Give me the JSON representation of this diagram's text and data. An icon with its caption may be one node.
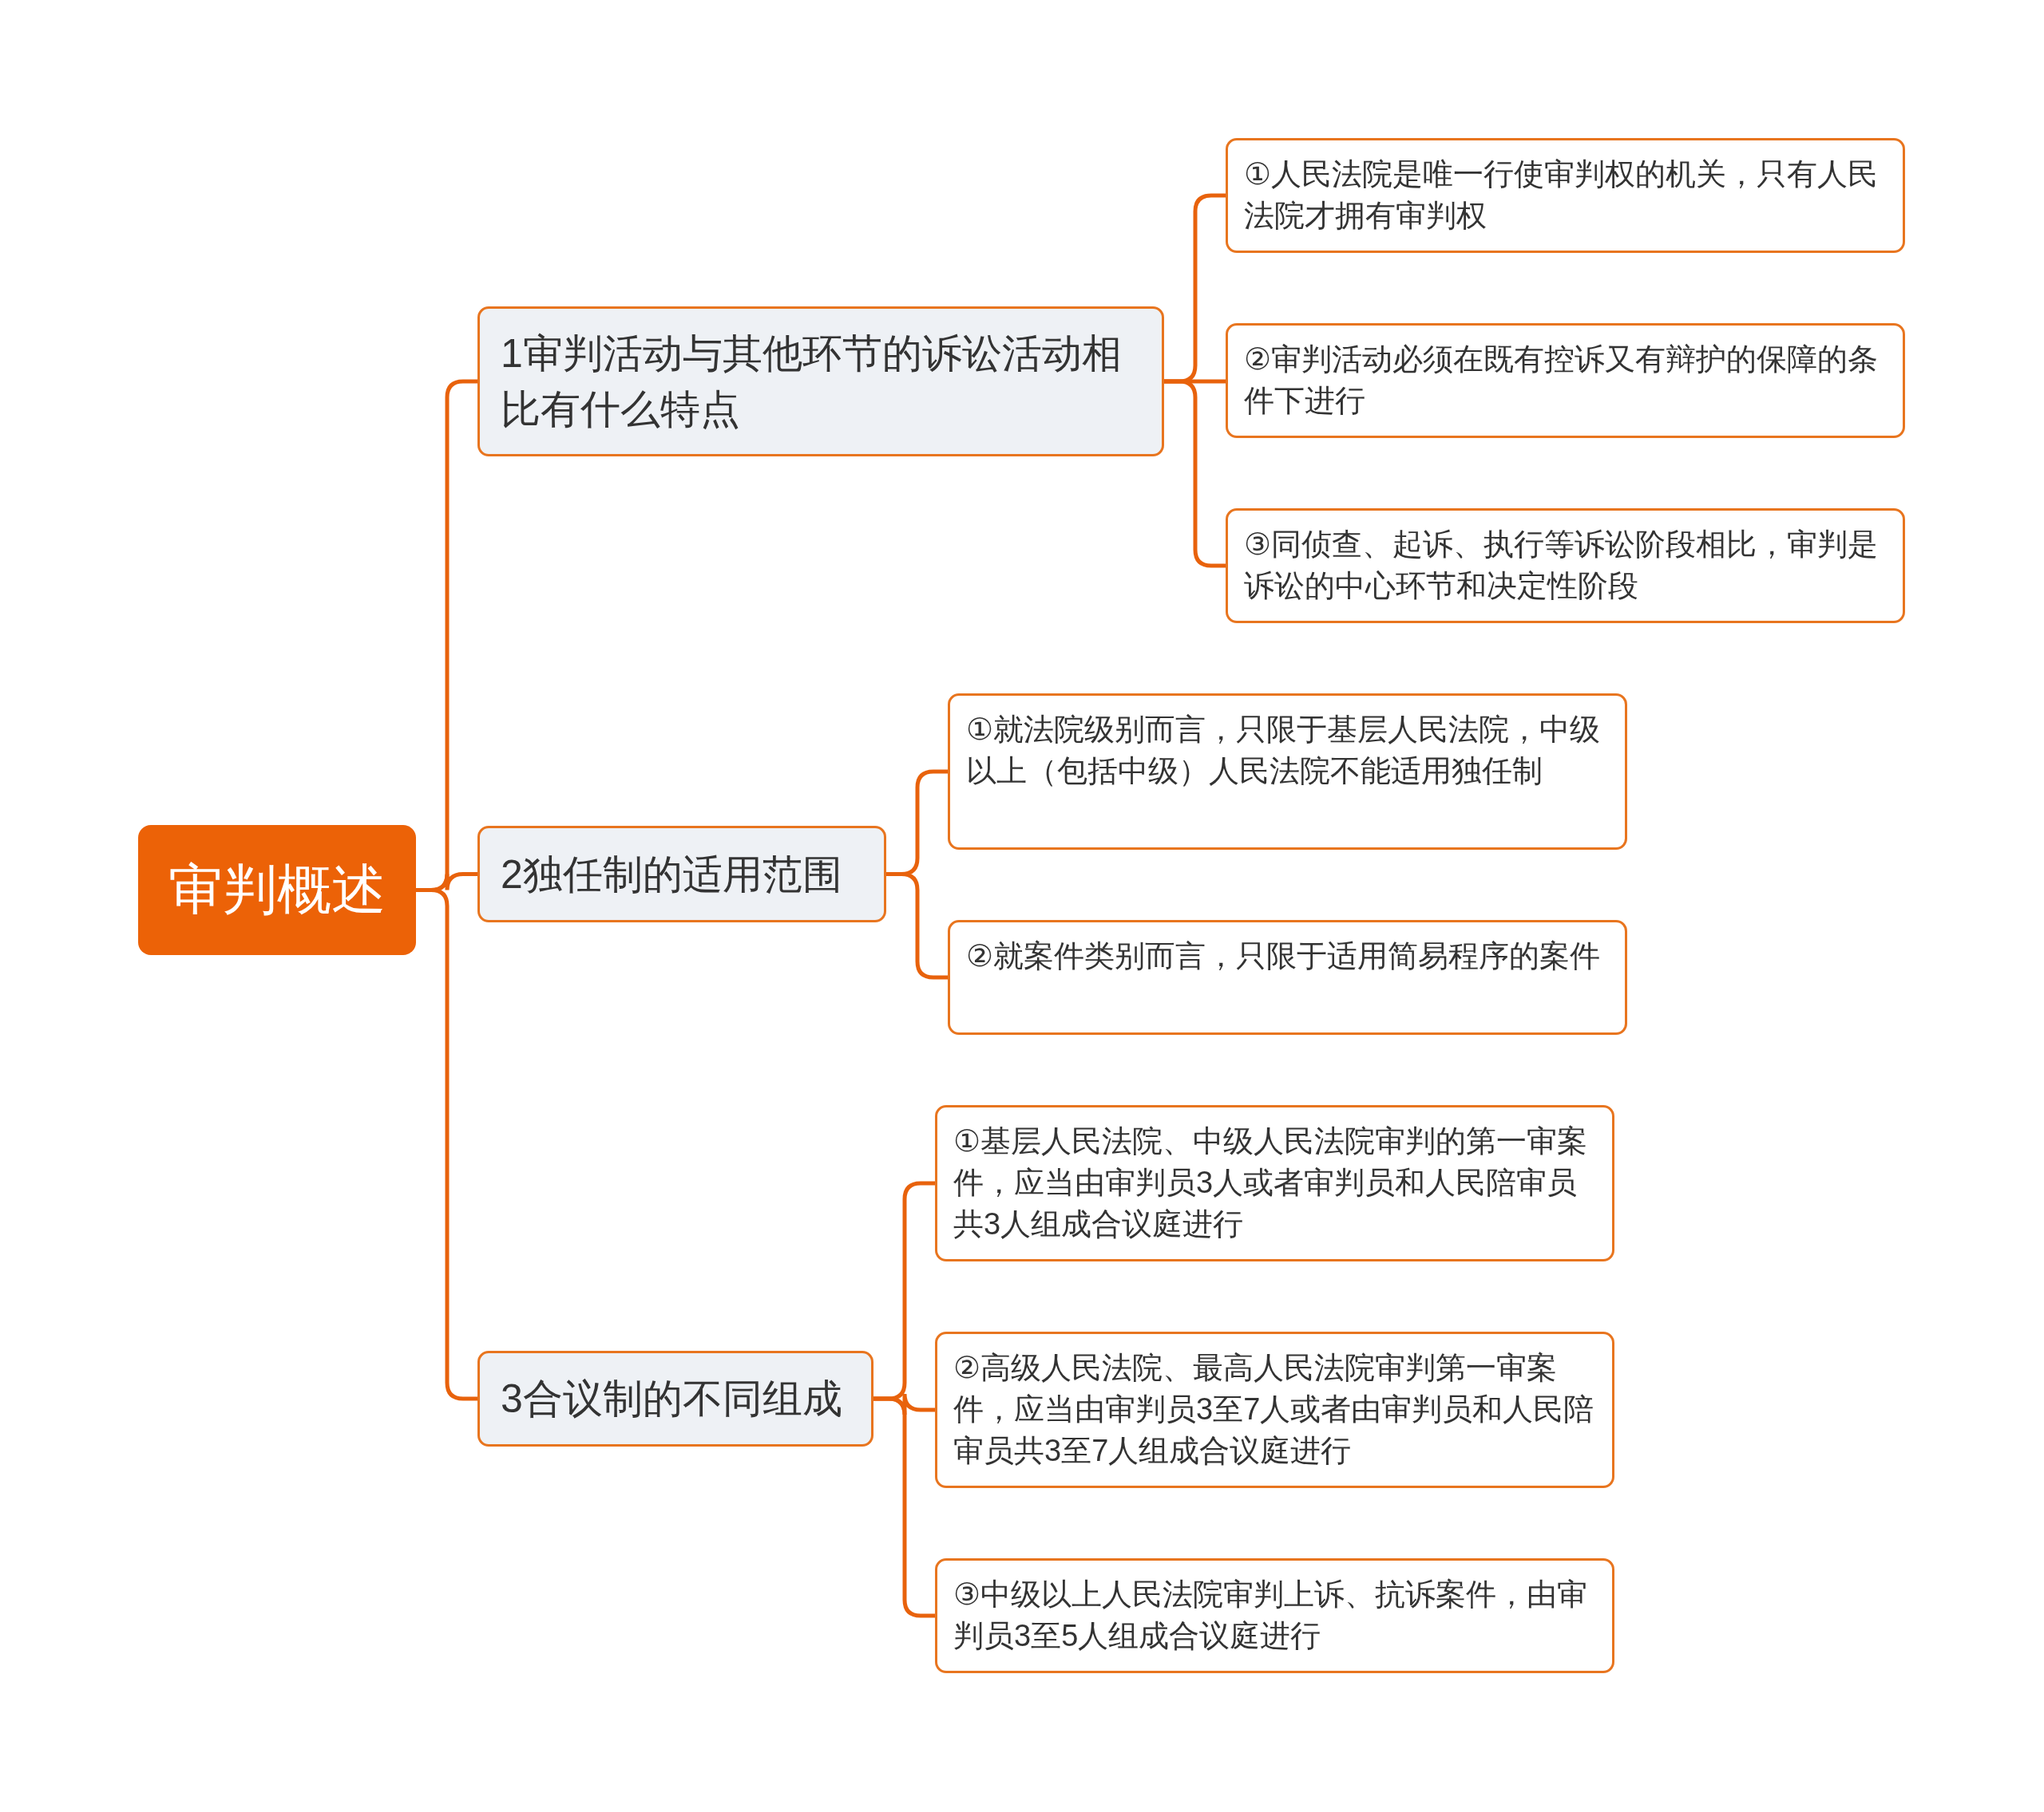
{
  "diagram": {
    "nodes": [
      {
        "text": [
          "审判概述"
        ]
      },
      {
        "text": [
          "1审判活动与其他环节的诉讼活动相比有什么特点"
        ]
      },
      {
        "text": [
          "①人民法院是唯一行使审判权的机关，只有人民法院才拥有审判权"
        ]
      },
      {
        "text": [
          "②审判活动必须在既有控诉又有辩护的保障的条件下进行"
        ]
      },
      {
        "text": [
          "③同侦查、起诉、执行等诉讼阶段相比，审判是诉讼的中心环节和决定性阶段"
        ]
      },
      {
        "text": [
          "2独任制的适用范围"
        ]
      },
      {
        "text": [
          "①就法院级别而言，只限于基层人民法院，中级以上（包括中级）人民法院不能适用独任制"
        ]
      },
      {
        "text": [
          "②就案件类别而言，只限于适用简易程序的案件"
        ]
      },
      {
        "text": [
          "3合议制的不同组成"
        ]
      },
      {
        "text": [
          "①基层人民法院、中级人民法院审判的第一审案件，应当由审判员3人或者审判员和人民陪审员共3人组成合议庭进行"
        ]
      },
      {
        "text": [
          "②高级人民法院、最高人民法院审判第一审案件，应当由审判员3至7人或者由审判员和人民陪审员共3至7人组成合议庭进行"
        ]
      },
      {
        "text": [
          "③中级以上人民法院审判上诉、抗诉案件，由审判员3至5人组成合议庭进行"
        ]
      }
    ],
    "edges": [
      {
        "from": 0,
        "to": 1,
        "arrow": "none"
      },
      {
        "from": 0,
        "to": 5,
        "arrow": "none"
      },
      {
        "from": 0,
        "to": 8,
        "arrow": "none"
      },
      {
        "from": 1,
        "to": 2,
        "arrow": "none"
      },
      {
        "from": 1,
        "to": 3,
        "arrow": "none"
      },
      {
        "from": 1,
        "to": 4,
        "arrow": "none"
      },
      {
        "from": 5,
        "to": 6,
        "arrow": "none"
      },
      {
        "from": 5,
        "to": 7,
        "arrow": "none"
      },
      {
        "from": 8,
        "to": 9,
        "arrow": "none"
      },
      {
        "from": 8,
        "to": 10,
        "arrow": "none"
      },
      {
        "from": 8,
        "to": 11,
        "arrow": "none"
      }
    ]
  }
}
